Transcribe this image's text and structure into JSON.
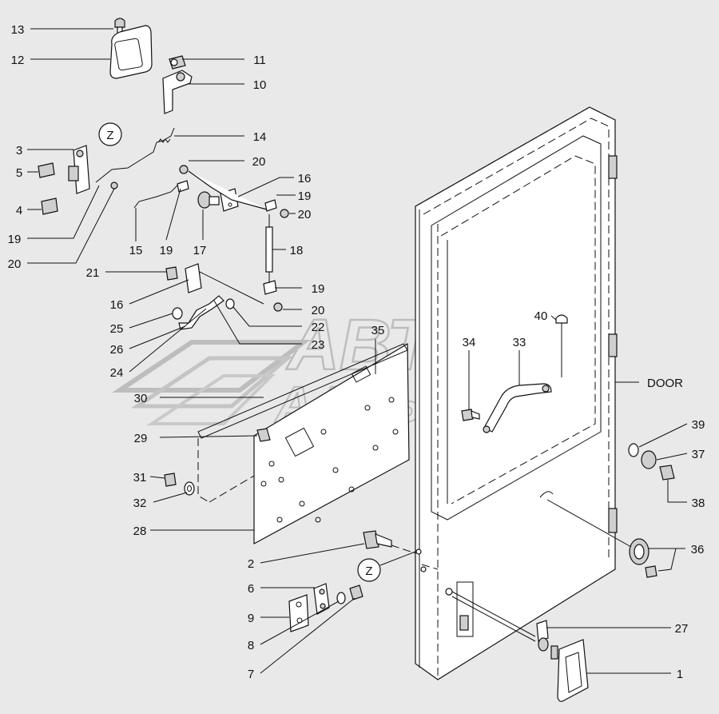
{
  "diagram": {
    "labels": [
      {
        "id": "13",
        "text": "13"
      },
      {
        "id": "12",
        "text": "12"
      },
      {
        "id": "11",
        "text": "11"
      },
      {
        "id": "10",
        "text": "10"
      },
      {
        "id": "14",
        "text": "14"
      },
      {
        "id": "3",
        "text": "3"
      },
      {
        "id": "5",
        "text": "5"
      },
      {
        "id": "4",
        "text": "4"
      },
      {
        "id": "19a",
        "text": "19"
      },
      {
        "id": "20a",
        "text": "20"
      },
      {
        "id": "20b",
        "text": "20"
      },
      {
        "id": "16a",
        "text": "16"
      },
      {
        "id": "19b",
        "text": "19"
      },
      {
        "id": "20c",
        "text": "20"
      },
      {
        "id": "15",
        "text": "15"
      },
      {
        "id": "19c",
        "text": "19"
      },
      {
        "id": "17",
        "text": "17"
      },
      {
        "id": "18",
        "text": "18"
      },
      {
        "id": "21",
        "text": "21"
      },
      {
        "id": "19d",
        "text": "19"
      },
      {
        "id": "16b",
        "text": "16"
      },
      {
        "id": "20d",
        "text": "20"
      },
      {
        "id": "25",
        "text": "25"
      },
      {
        "id": "22",
        "text": "22"
      },
      {
        "id": "26",
        "text": "26"
      },
      {
        "id": "23",
        "text": "23"
      },
      {
        "id": "24",
        "text": "24"
      },
      {
        "id": "35",
        "text": "35"
      },
      {
        "id": "34",
        "text": "34"
      },
      {
        "id": "33",
        "text": "33"
      },
      {
        "id": "40",
        "text": "40"
      },
      {
        "id": "door",
        "text": "DOOR"
      },
      {
        "id": "30",
        "text": "30"
      },
      {
        "id": "29",
        "text": "29"
      },
      {
        "id": "31",
        "text": "31"
      },
      {
        "id": "32",
        "text": "32"
      },
      {
        "id": "28",
        "text": "28"
      },
      {
        "id": "2",
        "text": "2"
      },
      {
        "id": "6",
        "text": "6"
      },
      {
        "id": "9",
        "text": "9"
      },
      {
        "id": "8",
        "text": "8"
      },
      {
        "id": "7",
        "text": "7"
      },
      {
        "id": "39",
        "text": "39"
      },
      {
        "id": "37",
        "text": "37"
      },
      {
        "id": "38",
        "text": "38"
      },
      {
        "id": "36",
        "text": "36"
      },
      {
        "id": "27",
        "text": "27"
      },
      {
        "id": "1",
        "text": "1"
      }
    ],
    "detail_markers": [
      {
        "id": "z1",
        "text": "Z"
      },
      {
        "id": "z2",
        "text": "Z"
      }
    ],
    "watermark": {
      "line1": "АВТО",
      "line2": "ААЛЬЯНС"
    }
  }
}
